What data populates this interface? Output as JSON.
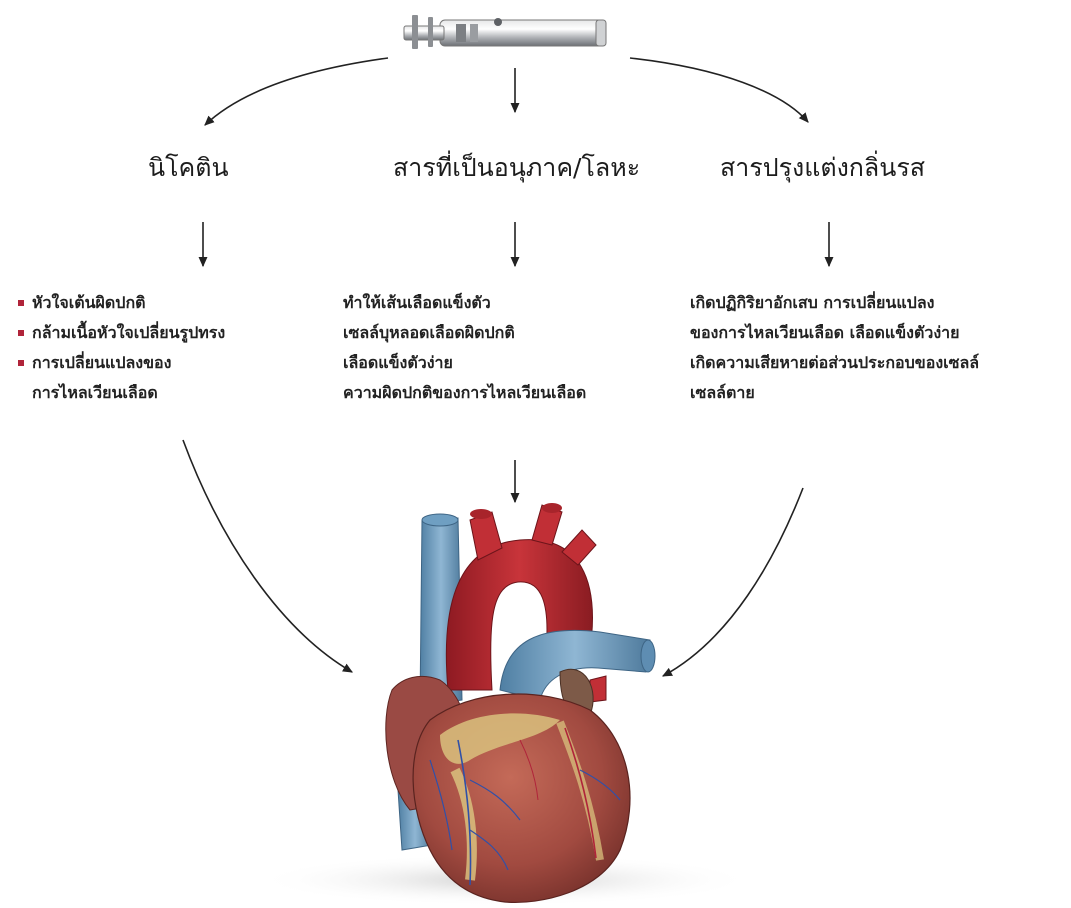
{
  "columns": [
    {
      "heading": "นิโคติน",
      "effects": [
        {
          "text": "หัวใจเต้นผิดปกติ",
          "bullet": true
        },
        {
          "text": "กล้ามเนื้อหัวใจเปลี่ยนรูปทรง",
          "bullet": true
        },
        {
          "text": "การเปลี่ยนแปลงของ",
          "bullet": true
        },
        {
          "text": "การไหลเวียนเลือด",
          "bullet": false
        }
      ]
    },
    {
      "heading": "สารที่เป็นอนุภาค/โลหะ",
      "effects": [
        {
          "text": "ทำให้เส้นเลือดแข็งตัว"
        },
        {
          "text": "เซลล์บุหลอดเลือดผิดปกติ"
        },
        {
          "text": "เลือดแข็งตัวง่าย"
        },
        {
          "text": "ความผิดปกติของการไหลเวียนเลือด"
        }
      ]
    },
    {
      "heading": "สารปรุงแต่งกลิ่นรส",
      "effects": [
        {
          "text": "เกิดปฏิกิริยาอักเสบ การเปลี่ยนแปลง"
        },
        {
          "text": "ของการไหลเวียนเลือด เลือดแข็งตัวง่าย"
        },
        {
          "text": "เกิดความเสียหายต่อส่วนประกอบของเซลล์"
        },
        {
          "text": "เซลล์ตาย"
        }
      ]
    }
  ],
  "colors": {
    "bullet": "#b0243a",
    "arrow": "#222222",
    "aorta": "#b8262f",
    "vein": "#6f9fc2",
    "heart_muscle": "#a94e45",
    "fat": "#d9c17e",
    "device": "#b9bcbf"
  }
}
